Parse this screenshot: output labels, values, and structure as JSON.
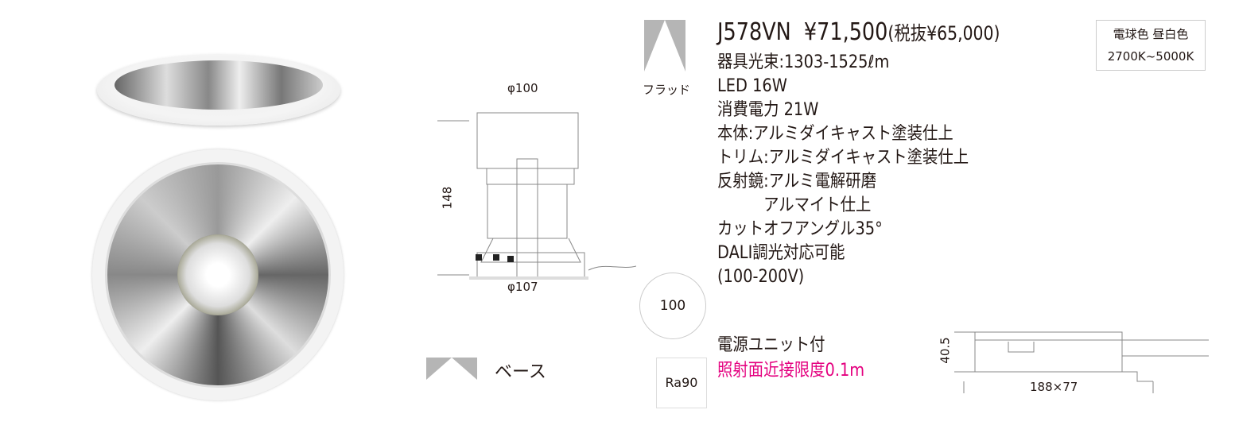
{
  "product": {
    "model": "J578VN",
    "price": "¥71,500",
    "price_ex_tax": "(税抜¥65,000)",
    "specs": [
      "器具光束:1303-1525ℓm",
      "LED 16W",
      "消費電力 21W",
      "本体:アルミダイキャスト塗装仕上",
      "トリム:アルミダイキャスト塗装仕上",
      "反射鏡:アルミ電解研磨",
      "　　　アルマイト仕上",
      "カットオフアングル35°",
      "DALI調光対応可能",
      "(100-200V)"
    ],
    "power_unit": "電源ユニット付",
    "min_distance": "照射面近接限度0.1m"
  },
  "color_badge": {
    "line1": "電球色 昼白色",
    "line2": "2700K~5000K"
  },
  "beam": {
    "flood_label": "フラッド",
    "base_label": "ベース"
  },
  "cutout": "100",
  "ra": "Ra90",
  "drawing": {
    "top_dim": "φ100",
    "bottom_dim": "φ107",
    "height_dim": "148"
  },
  "unit_drawing": {
    "height": "40.5",
    "size": "188×77"
  },
  "colors": {
    "accent": "#e4007f",
    "gray": "#b5b5b5"
  }
}
